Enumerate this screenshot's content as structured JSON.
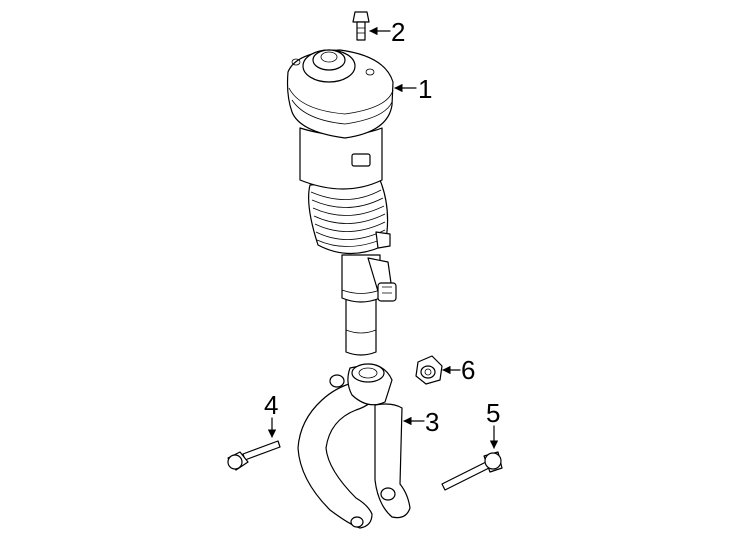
{
  "diagram": {
    "type": "exploded-parts-diagram",
    "background": "#ffffff",
    "line_color": "#000000",
    "parts": [
      {
        "id": "air-strut-assembly",
        "callout": "1"
      },
      {
        "id": "strut-mount-bolt",
        "callout": "2"
      },
      {
        "id": "strut-fork",
        "callout": "3"
      },
      {
        "id": "fork-bolt-left",
        "callout": "4"
      },
      {
        "id": "fork-bolt-right",
        "callout": "5"
      },
      {
        "id": "flange-nut",
        "callout": "6"
      }
    ]
  }
}
